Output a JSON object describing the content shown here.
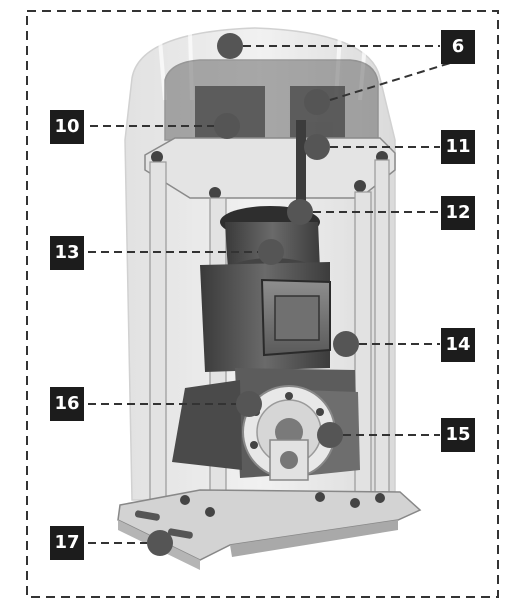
{
  "diagram": {
    "callouts": [
      {
        "id": "c6",
        "label": "6"
      },
      {
        "id": "c10",
        "label": "10"
      },
      {
        "id": "c11",
        "label": "11"
      },
      {
        "id": "c12",
        "label": "12"
      },
      {
        "id": "c13",
        "label": "13"
      },
      {
        "id": "c14",
        "label": "14"
      },
      {
        "id": "c15",
        "label": "15"
      },
      {
        "id": "c16",
        "label": "16"
      },
      {
        "id": "c17",
        "label": "17"
      }
    ],
    "colors": {
      "frame_border": "#333333",
      "leader_line": "#333333",
      "callout_bg": "#1c1c1c",
      "callout_text": "#ffffff",
      "housing": "#e3e3e3",
      "motor": "#4a4a4a",
      "marker": "#555555",
      "base_plate": "#d0d0d0"
    }
  }
}
